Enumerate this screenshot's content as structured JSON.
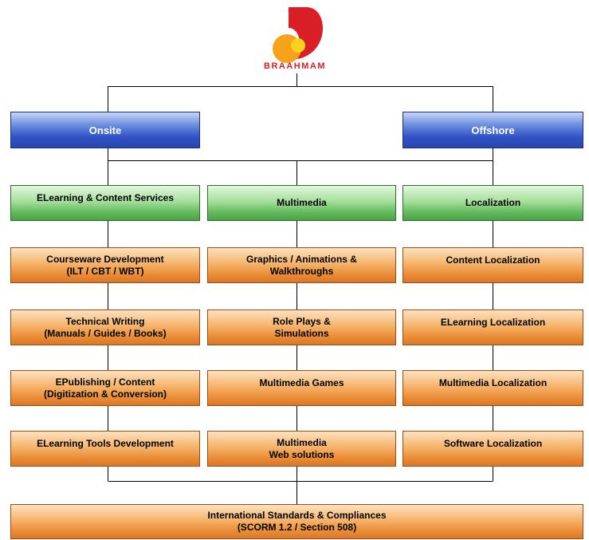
{
  "logo": {
    "text": "BRAAHMAM",
    "colors": {
      "red": "#d91e26",
      "orange": "#f6a21a"
    }
  },
  "top": {
    "onsite": "Onsite",
    "offshore": "Offshore"
  },
  "columns": [
    {
      "header": "ELearning & Content Services",
      "items": [
        [
          "Courseware Development",
          "(ILT / CBT / WBT)"
        ],
        [
          "Technical Writing",
          "(Manuals / Guides / Books)"
        ],
        [
          "EPublishing / Content",
          "(Digitization & Conversion)"
        ],
        [
          "ELearning Tools Development"
        ]
      ]
    },
    {
      "header": "Multimedia",
      "items": [
        [
          "Graphics / Animations &",
          "Walkthroughs"
        ],
        [
          "Role Plays &",
          "Simulations"
        ],
        [
          "Multimedia Games"
        ],
        [
          "Multimedia",
          "Web solutions"
        ]
      ]
    },
    {
      "header": "Localization",
      "items": [
        [
          "Content Localization"
        ],
        [
          "ELearning Localization"
        ],
        [
          "Multimedia Localization"
        ],
        [
          "Software Localization"
        ]
      ]
    }
  ],
  "bottom": [
    "International Standards & Compliances",
    "(SCORM 1.2 / Section 508)"
  ],
  "colors": {
    "blue": "#3153c4",
    "green": "#5db657",
    "orange": "#e98a33",
    "line": "#000000"
  }
}
